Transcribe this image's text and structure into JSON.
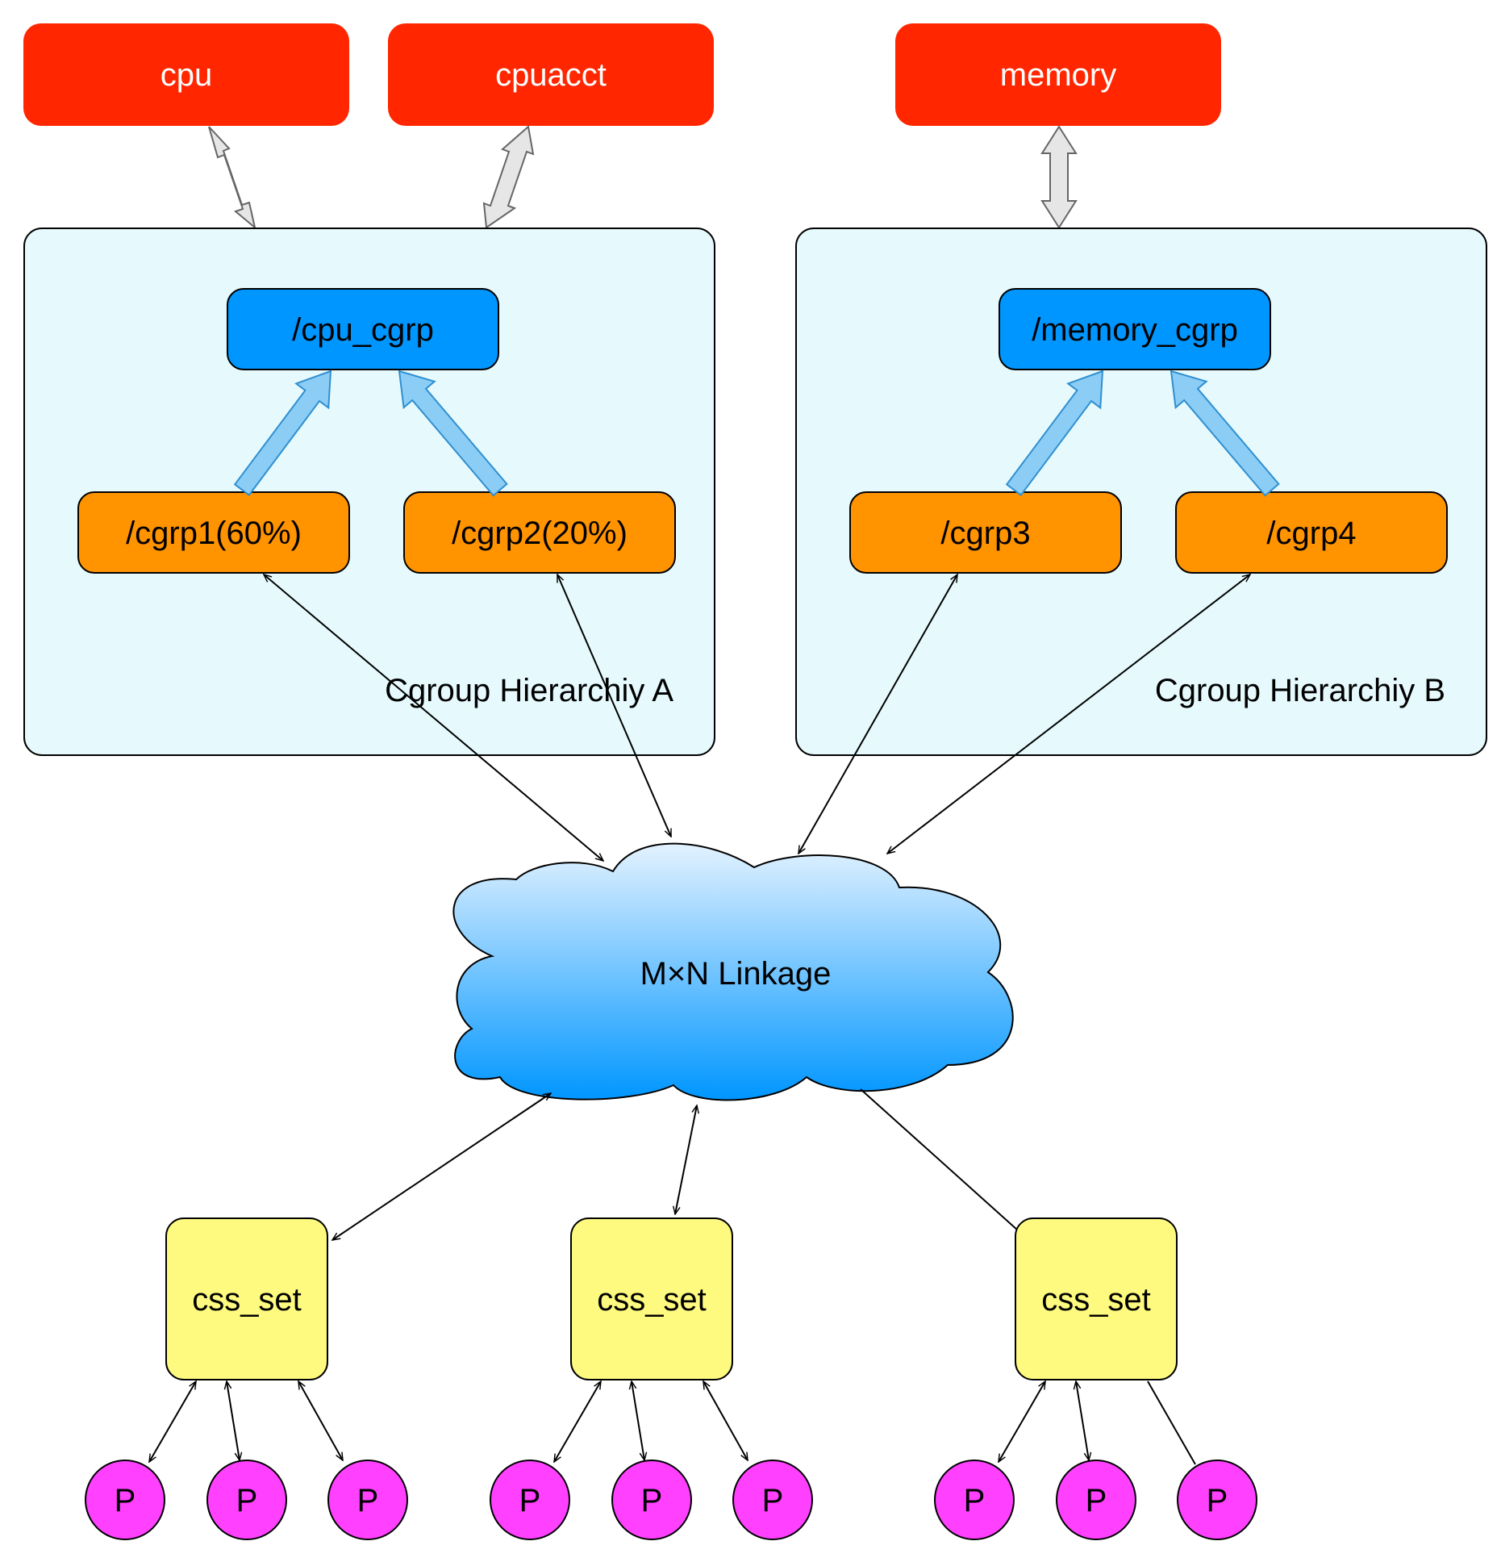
{
  "subsystems": [
    {
      "label": "cpu"
    },
    {
      "label": "cpuacct"
    },
    {
      "label": "memory"
    }
  ],
  "hierarchies": [
    {
      "label": "Cgroup Hierarchiy A",
      "root": "/cpu_cgrp",
      "children": [
        "/cgrp1(60%)",
        "/cgrp2(20%)"
      ]
    },
    {
      "label": "Cgroup Hierarchiy B",
      "root": "/memory_cgrp",
      "children": [
        "/cgrp3",
        "/cgrp4"
      ]
    }
  ],
  "linkage": {
    "label": "M×N Linkage"
  },
  "css_sets": [
    {
      "label": "css_set",
      "processes": [
        "P",
        "P",
        "P"
      ]
    },
    {
      "label": "css_set",
      "processes": [
        "P",
        "P",
        "P"
      ]
    },
    {
      "label": "css_set",
      "processes": [
        "P",
        "P",
        "P"
      ]
    }
  ],
  "colors": {
    "subsystem": "#ff2600",
    "hierarchy_bg": "#e6fafd",
    "root_node": "#0096ff",
    "child_node": "#ff9300",
    "css_set": "#fefa7f",
    "process": "#ff40ff",
    "cloud_top": "#e3f2ff",
    "cloud_bottom": "#0096ff",
    "inherit_arrow": "#7fc6f2"
  }
}
